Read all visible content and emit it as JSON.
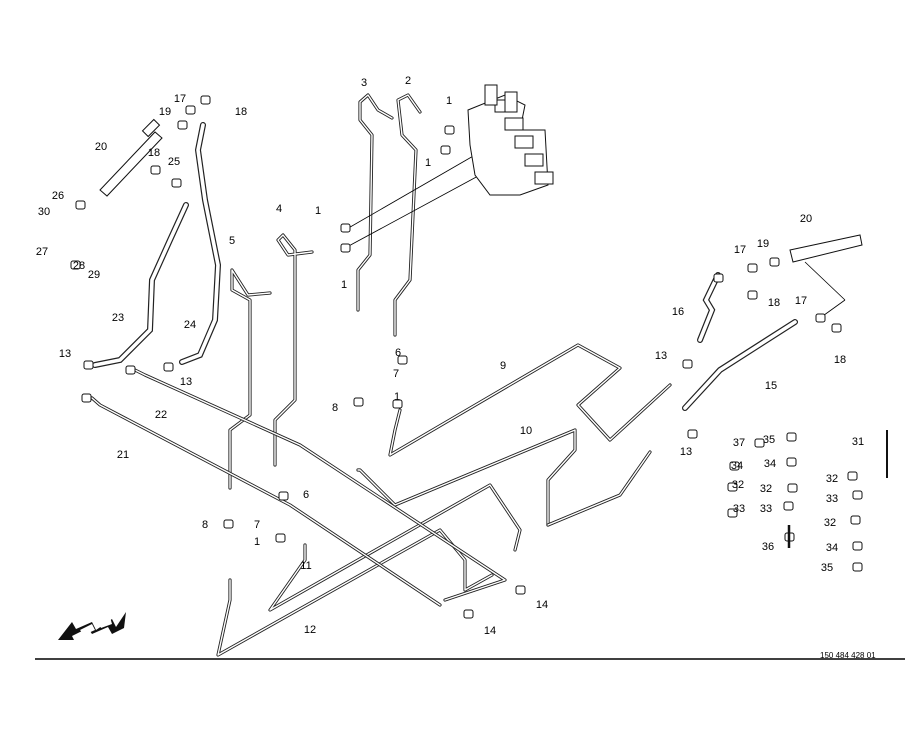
{
  "diagram": {
    "document_number": "150 484 428 01",
    "direction_arrow_icon": "travel-direction-arrow-icon",
    "callouts": [
      "3",
      "2",
      "1",
      "1",
      "17",
      "18",
      "19",
      "20",
      "18",
      "25",
      "26",
      "30",
      "27",
      "28",
      "29",
      "4",
      "5",
      "1",
      "1",
      "23",
      "24",
      "13",
      "13",
      "22",
      "21",
      "6",
      "7",
      "8",
      "1",
      "9",
      "10",
      "6",
      "8",
      "7",
      "1",
      "11",
      "12",
      "14",
      "14",
      "20",
      "17",
      "19",
      "18",
      "17",
      "18",
      "16",
      "13",
      "15",
      "13",
      "37",
      "35",
      "31",
      "34",
      "34",
      "32",
      "32",
      "32",
      "33",
      "33",
      "33",
      "32",
      "36",
      "34",
      "35"
    ]
  }
}
